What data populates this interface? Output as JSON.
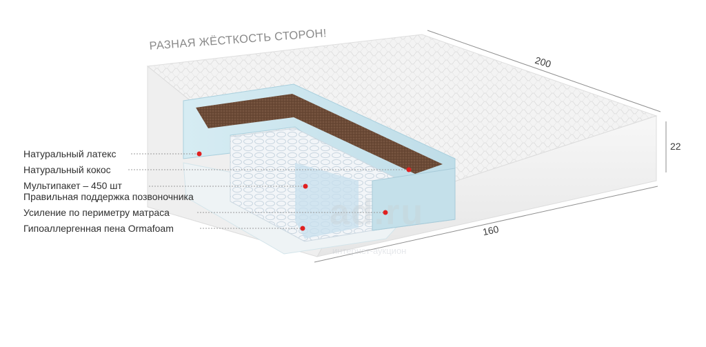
{
  "tagline": "РАЗНАЯ ЖЁСТКОСТЬ СТОРОН!",
  "dimensions": {
    "length": "200",
    "width": "160",
    "height": "22"
  },
  "layers": [
    {
      "label": "Натуральный латекс",
      "sublabel": ""
    },
    {
      "label": "Натуральный кокос",
      "sublabel": ""
    },
    {
      "label": "Мультипакет – 450 шт",
      "sublabel": "Правильная поддержка позвоночника"
    },
    {
      "label": "Усиление по периметру матраса",
      "sublabel": ""
    },
    {
      "label": "Гипоаллергенная пена Ormafoam",
      "sublabel": ""
    }
  ],
  "watermark": {
    "main": "ad.ru",
    "sub": "интернет-аукцион"
  },
  "colors": {
    "cover": "#f4f4f4",
    "cover_shadow": "#e2e2e2",
    "latex": "#cfe6ee",
    "coconut": "#6b4a36",
    "springs": "#eef3f7",
    "spring_blue": "#c7dfee",
    "marker": "#e02020",
    "leader": "#9a9a9a"
  }
}
